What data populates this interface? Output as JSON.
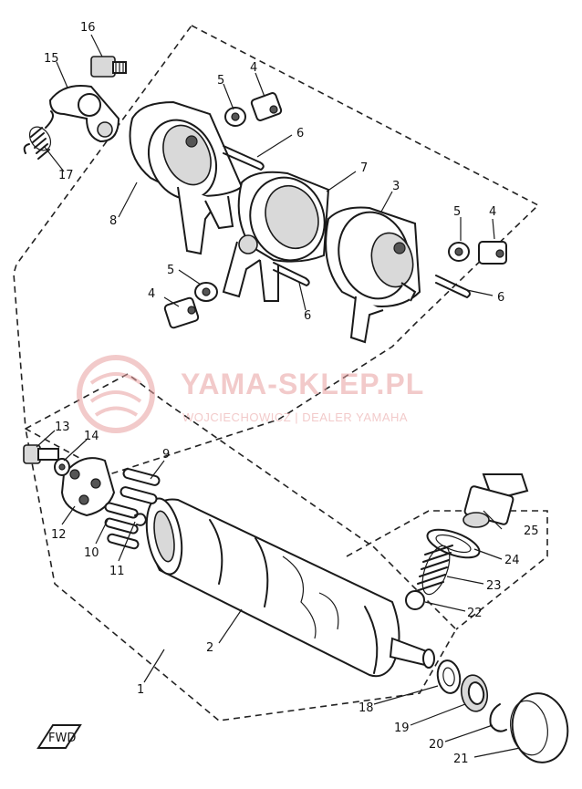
{
  "callouts": [
    "1",
    "2",
    "3",
    "4",
    "4",
    "4",
    "5",
    "5",
    "5",
    "6",
    "6",
    "6",
    "7",
    "8",
    "9",
    "10",
    "11",
    "12",
    "13",
    "14",
    "15",
    "16",
    "17",
    "18",
    "19",
    "20",
    "21",
    "22",
    "23",
    "24",
    "25"
  ],
  "watermark": {
    "title": "YAMA-SKLEP.PL",
    "subtitle": "WOJCIECHOWICZ | DEALER YAMAHA",
    "color": "#e8a0a0"
  },
  "fwd_badge": "FWD"
}
